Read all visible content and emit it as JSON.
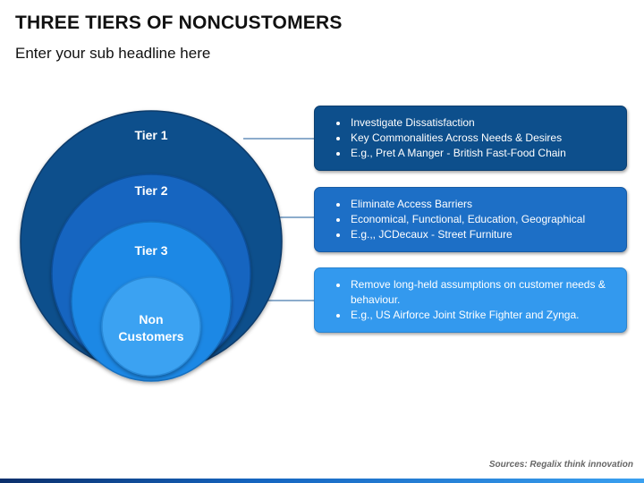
{
  "header": {
    "title": "THREE TIERS OF NONCUSTOMERS",
    "subtitle": "Enter your sub headline here"
  },
  "tiers": [
    {
      "label": "Tier 1",
      "color": "#0d4f8c"
    },
    {
      "label": "Tier 2",
      "color": "#1565c0"
    },
    {
      "label": "Tier 3",
      "color": "#1e88e5"
    }
  ],
  "core": {
    "line1": "Non",
    "line2": "Customers",
    "color": "#3ba2f2"
  },
  "boxes": [
    {
      "color": "#0d4f8c",
      "bullets": [
        "Investigate Dissatisfaction",
        "Key Commonalities Across Needs & Desires",
        "E.g., Pret A Manger - British Fast-Food Chain"
      ]
    },
    {
      "color": "#1d6fc6",
      "bullets": [
        "Eliminate Access Barriers",
        "Economical, Functional, Education, Geographical",
        "E.g.,, JCDecaux - Street Furniture"
      ]
    },
    {
      "color": "#3399ee",
      "bullets": [
        "Remove long-held assumptions on customer needs & behaviour.",
        "E.g., US Airforce Joint Strike Fighter and Zynga."
      ]
    }
  ],
  "footer": {
    "source": "Sources: Regalix think innovation"
  }
}
